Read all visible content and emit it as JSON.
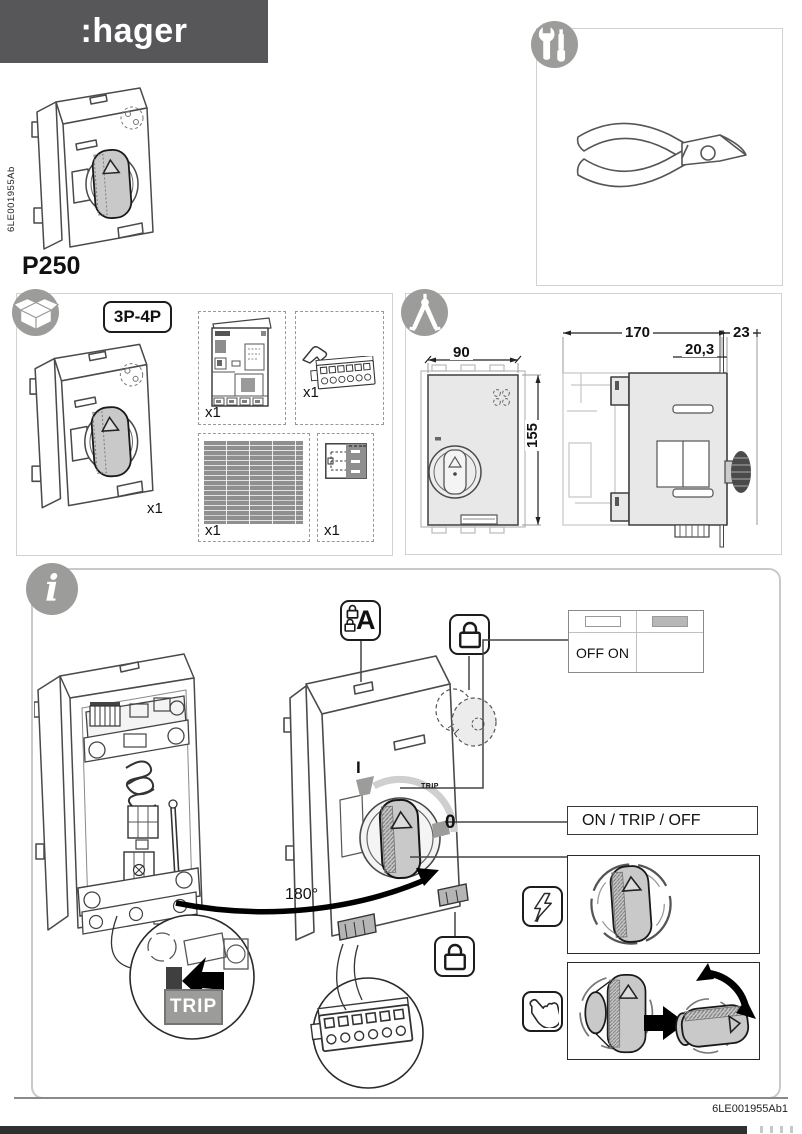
{
  "header": {
    "brand": ":hager"
  },
  "product": {
    "name": "P250",
    "doc_code": "6LE001955Ab"
  },
  "package": {
    "pole_label": "3P-4P",
    "items": [
      {
        "id": "device",
        "qty": "x1"
      },
      {
        "id": "leaflet",
        "qty": "x1"
      },
      {
        "id": "connector",
        "qty": "x1"
      },
      {
        "id": "label-sheet",
        "qty": "x1"
      },
      {
        "id": "wiring-diagram",
        "qty": "x1"
      }
    ]
  },
  "dimensions": {
    "width": "90",
    "height": "155",
    "depth": "170",
    "handle": "23",
    "shaft": "20,3"
  },
  "info": {
    "marker_a": "A",
    "position_on": "I",
    "position_off": "0",
    "trip_label": "TRIP",
    "trip_button": "TRIP",
    "rotation": "180°",
    "off_on": "OFF ON",
    "states": "ON / TRIP / OFF"
  },
  "footer": {
    "doc_ref": "6LE001955Ab1"
  },
  "icons": {
    "tools": "wrench-screwdriver",
    "package": "open-box",
    "dimensions": "compass-divider",
    "info_glyph": "i",
    "lock": "padlock",
    "auto_marker": "padlock-A",
    "hazard": "lightning-bolt",
    "manual": "pointing-hand"
  },
  "colors": {
    "header_bg": "#57575a",
    "badge_gray": "#9c9c9b",
    "knob_gray": "#c9c9c9",
    "trip_badge_bg": "#9c9c9b",
    "dark_bar": "#303030"
  }
}
